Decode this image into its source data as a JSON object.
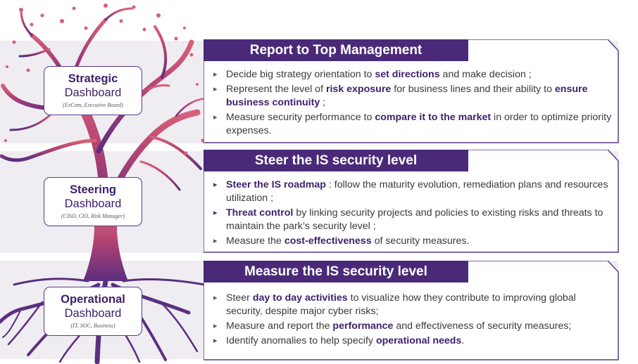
{
  "colors": {
    "title_bg": "#4a2a78",
    "emphasis": "#3d1f6b",
    "band": "#efedf2",
    "tree_top": "#c9506c",
    "tree_bottom": "#5b2f80"
  },
  "dashboards": [
    {
      "name": "Strategic",
      "word": "Dashboard",
      "audience": "(ExCom, Executive Board)"
    },
    {
      "name": "Steering",
      "word": "Dashboard",
      "audience": "(CISO, CIO, Risk Manager)"
    },
    {
      "name": "Operational",
      "word": "Dashboard",
      "audience": "(IT, SOC, Business)"
    }
  ],
  "panels": [
    {
      "title": "Report to Top Management",
      "bullets": [
        {
          "icon": "triangle-bullet-icon",
          "segments": [
            {
              "t": "Decide big strategy orientation to "
            },
            {
              "t": "set directions",
              "b": true
            },
            {
              "t": " and make decision ;"
            }
          ]
        },
        {
          "icon": "triangle-bullet-icon",
          "segments": [
            {
              "t": "Represent the level of "
            },
            {
              "t": "risk exposure",
              "b": true
            },
            {
              "t": " for business lines and their ability to "
            },
            {
              "t": "ensure business continuity",
              "b": true
            },
            {
              "t": " ;"
            }
          ]
        },
        {
          "icon": "triangle-bullet-icon",
          "segments": [
            {
              "t": "Measure security performance to "
            },
            {
              "t": "compare it to the market",
              "b": true
            },
            {
              "t": " in order to optimize priority expenses."
            }
          ]
        }
      ]
    },
    {
      "title": "Steer the IS security level",
      "bullets": [
        {
          "icon": "triangle-bullet-icon",
          "dark": true,
          "segments": [
            {
              "t": "Steer the IS roadmap",
              "b": true
            },
            {
              "t": " : follow the maturity evolution, remediation plans and resources utilization ;"
            }
          ]
        },
        {
          "icon": "triangle-bullet-icon",
          "dark": true,
          "segments": [
            {
              "t": "Threat control",
              "b": true
            },
            {
              "t": " by linking security projects and policies to existing risks and threats to maintain the park’s security level ;"
            }
          ]
        },
        {
          "icon": "triangle-bullet-icon",
          "segments": [
            {
              "t": "Measure the "
            },
            {
              "t": "cost-effectiveness",
              "b": true
            },
            {
              "t": " of security measures."
            }
          ]
        }
      ]
    },
    {
      "title": "Measure the IS security level",
      "bullets": [
        {
          "icon": "triangle-bullet-icon",
          "segments": [
            {
              "t": "Steer "
            },
            {
              "t": "day to day activities",
              "b": true
            },
            {
              "t": " to visualize how they contribute to improving global security, despite major cyber risks;"
            }
          ]
        },
        {
          "icon": "triangle-bullet-icon",
          "segments": [
            {
              "t": "Measure and report the "
            },
            {
              "t": "performance",
              "b": true
            },
            {
              "t": " and effectiveness of security measures;"
            }
          ]
        },
        {
          "icon": "triangle-bullet-icon",
          "segments": [
            {
              "t": "Identify anomalies to help specify "
            },
            {
              "t": "operational needs",
              "b": true
            },
            {
              "t": "."
            }
          ]
        }
      ]
    }
  ]
}
